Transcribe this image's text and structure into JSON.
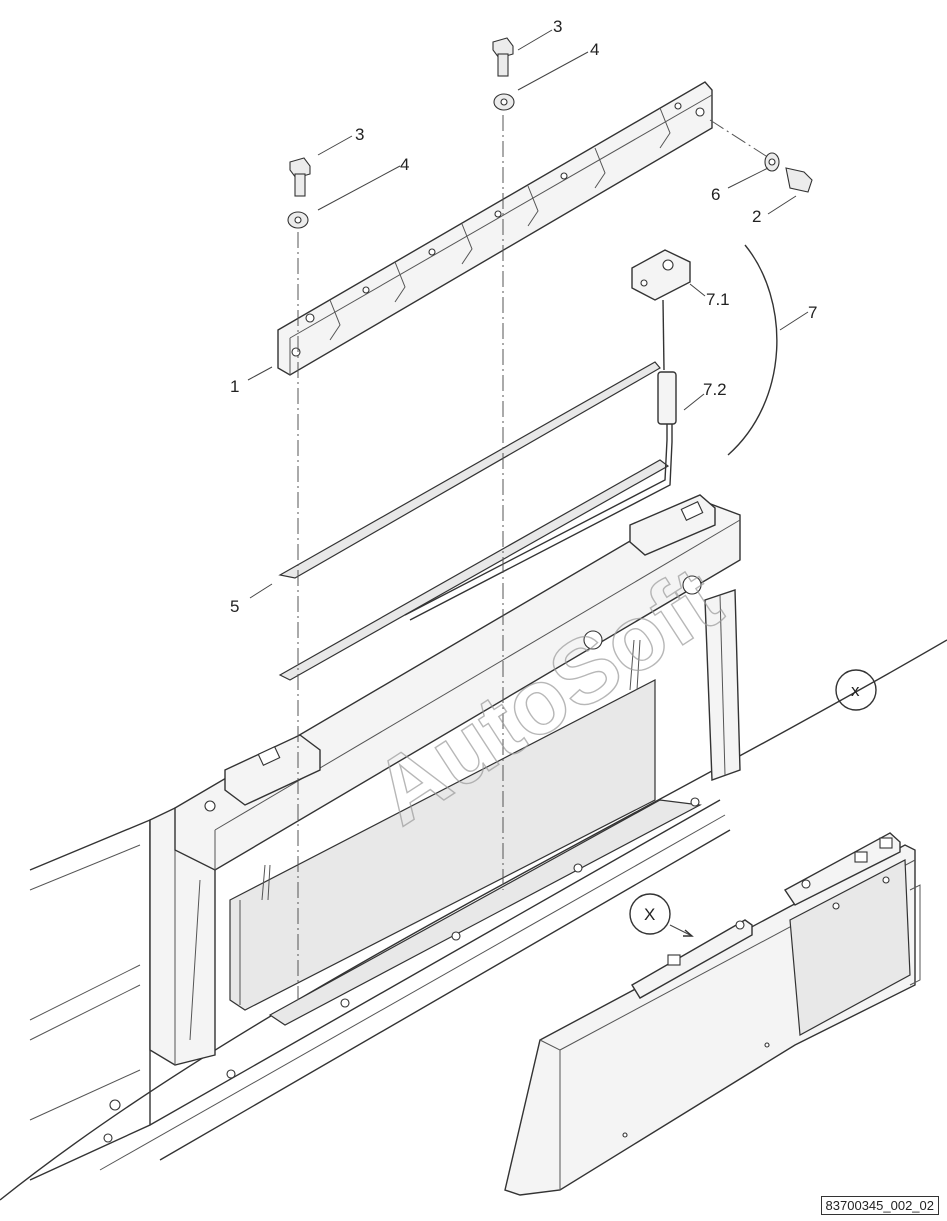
{
  "callouts": {
    "c1": "1",
    "c2": "2",
    "c3a": "3",
    "c3b": "3",
    "c4a": "4",
    "c4b": "4",
    "c5": "5",
    "c6": "6",
    "c7": "7",
    "c71": "7.1",
    "c72": "7.2",
    "detail_small": "x",
    "detail_large": "X"
  },
  "watermark": "AutoSoft",
  "reference": "83700345_002_02"
}
